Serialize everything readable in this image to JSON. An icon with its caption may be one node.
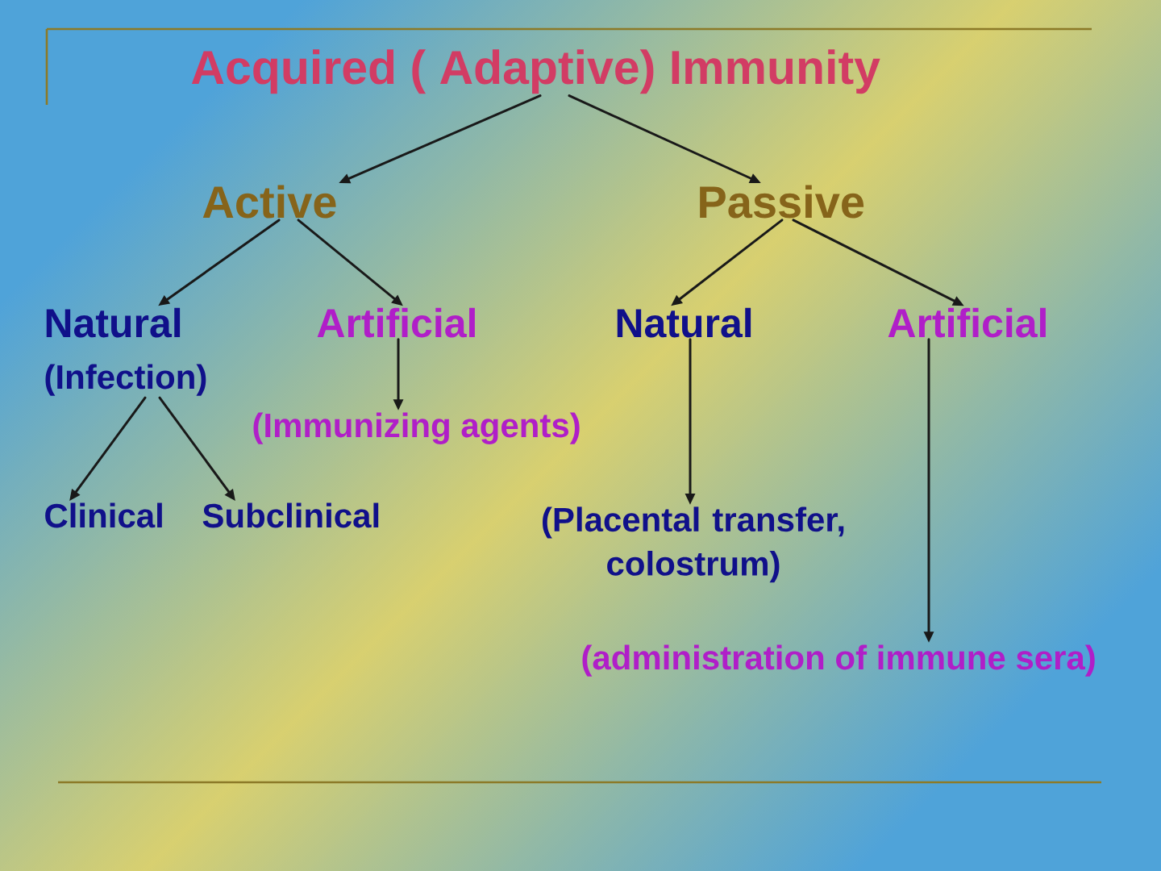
{
  "diagram": {
    "nodes": [
      {
        "text": [
          "Acquired ( Adaptive) Immunity"
        ]
      },
      {
        "text": [
          "Active"
        ]
      },
      {
        "text": [
          "Passive"
        ]
      },
      {
        "text": [
          "Natural"
        ]
      },
      {
        "text": [
          "Artificial"
        ]
      },
      {
        "text": [
          "Natural"
        ]
      },
      {
        "text": [
          "Artificial"
        ]
      },
      {
        "text": [
          "(Infection)"
        ]
      },
      {
        "text": [
          "(Immunizing agents)"
        ]
      },
      {
        "text": [
          "Clinical"
        ]
      },
      {
        "text": [
          "Subclinical"
        ]
      },
      {
        "text": [
          "(Placental transfer, colostrum)"
        ]
      },
      {
        "text": [
          "(administration of immune sera)"
        ]
      }
    ],
    "edges": [
      {
        "from": 0,
        "to": 1,
        "arrow": "to"
      },
      {
        "from": 0,
        "to": 2,
        "arrow": "to"
      },
      {
        "from": 1,
        "to": 3,
        "arrow": "to"
      },
      {
        "from": 1,
        "to": 4,
        "arrow": "to"
      },
      {
        "from": 2,
        "to": 5,
        "arrow": "to"
      },
      {
        "from": 2,
        "to": 6,
        "arrow": "to"
      },
      {
        "from": 4,
        "to": 8,
        "arrow": "to"
      },
      {
        "from": 7,
        "to": 9,
        "arrow": "to"
      },
      {
        "from": 7,
        "to": 10,
        "arrow": "to"
      },
      {
        "from": 5,
        "to": 11,
        "arrow": "to"
      },
      {
        "from": 6,
        "to": 12,
        "arrow": "to"
      }
    ]
  }
}
